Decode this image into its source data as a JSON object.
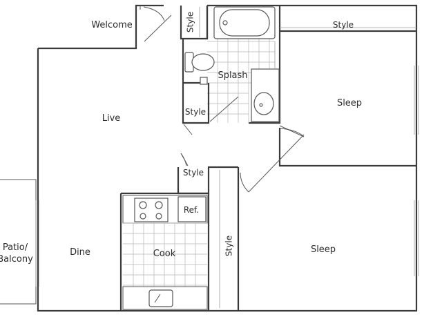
{
  "plan": {
    "rooms": {
      "welcome": "Welcome",
      "live": "Live",
      "dine": "Dine",
      "cook": "Cook",
      "splash": "Splash",
      "sleep_upper": "Sleep",
      "sleep_lower": "Sleep",
      "patio_line1": "Patio/",
      "patio_line2": "Balcony"
    },
    "closets": {
      "style_entry": "Style",
      "style_top": "Style",
      "style_hall_upper": "Style",
      "style_hall_lower": "Style",
      "style_vertical": "Style"
    },
    "fixtures": {
      "refrigerator": "Ref."
    }
  }
}
